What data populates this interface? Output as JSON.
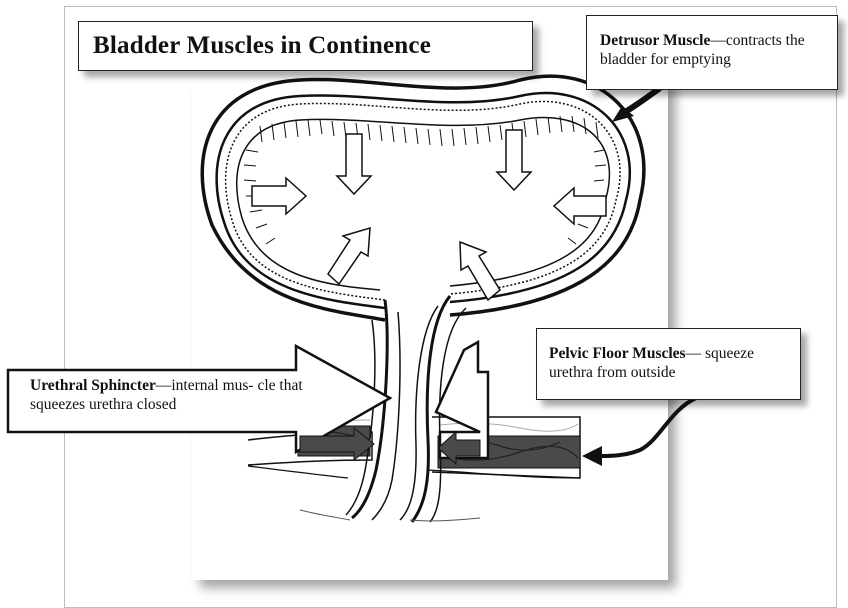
{
  "title": "Bladder Muscles in Continence",
  "detrusor": {
    "name": "Detrusor Muscle",
    "desc": "—contracts the bladder for emptying"
  },
  "pelvic": {
    "name": "Pelvic Floor Muscles",
    "desc": "— squeeze urethra from outside"
  },
  "sphincter": {
    "name": "Urethral Sphincter",
    "desc": "—internal mus- cle  that squeezes urethra closed"
  },
  "colors": {
    "muscle": "#4a4a4a",
    "line": "#111111",
    "shadow": "#888888"
  }
}
